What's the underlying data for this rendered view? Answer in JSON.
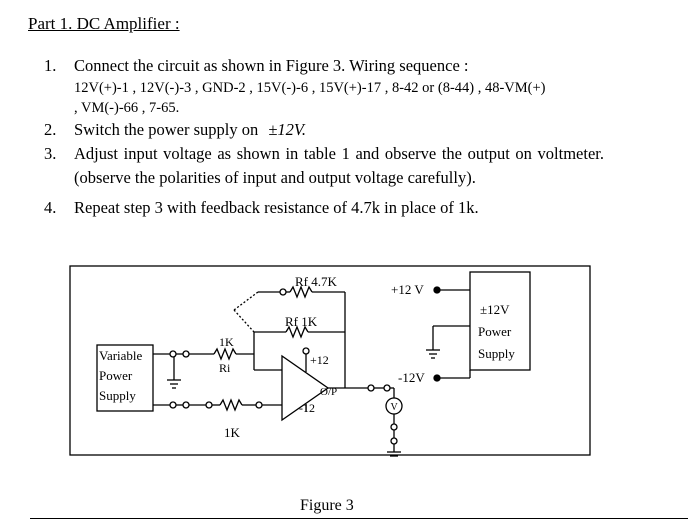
{
  "heading": "Part 1. DC Amplifier :",
  "steps": [
    {
      "num": "1.",
      "text": "Connect the circuit as shown in Figure 3. Wiring sequence :",
      "wiring_line1": "12V(+)-1 , 12V(-)-3 , GND-2 , 15V(-)-6 , 15V(+)-17 , 8-42 or (8-44) , 48-VM(+)",
      "wiring_line2": ", VM(-)-66 , 7-65."
    },
    {
      "num": "2.",
      "text": "Switch the power supply on",
      "voltage": "±12V."
    },
    {
      "num": "3.",
      "text": "Adjust input voltage as shown in table 1 and observe the output on voltmeter.(observe the polarities of input and output voltage carefully)."
    },
    {
      "num": "4.",
      "text": "Repeat step 3 with feedback resistance of 4.7k in place of 1k."
    }
  ],
  "figure": {
    "caption": "Figure 3",
    "labels": {
      "rf_47": "Rf 4.7K",
      "rf_1k": "Rf 1K",
      "ri_top": "1K",
      "ri_label": "Ri",
      "r_bottom": "1K",
      "plus12_opamp": "+12",
      "minus12_opamp": "-12",
      "op": "O/P",
      "plus12v": "+12 V",
      "minus12v": "-12V",
      "vm": "V",
      "var_supply": [
        "Variable",
        "Power",
        "Supply"
      ],
      "pm_supply": [
        "±12V",
        "Power",
        "Supply"
      ]
    }
  }
}
